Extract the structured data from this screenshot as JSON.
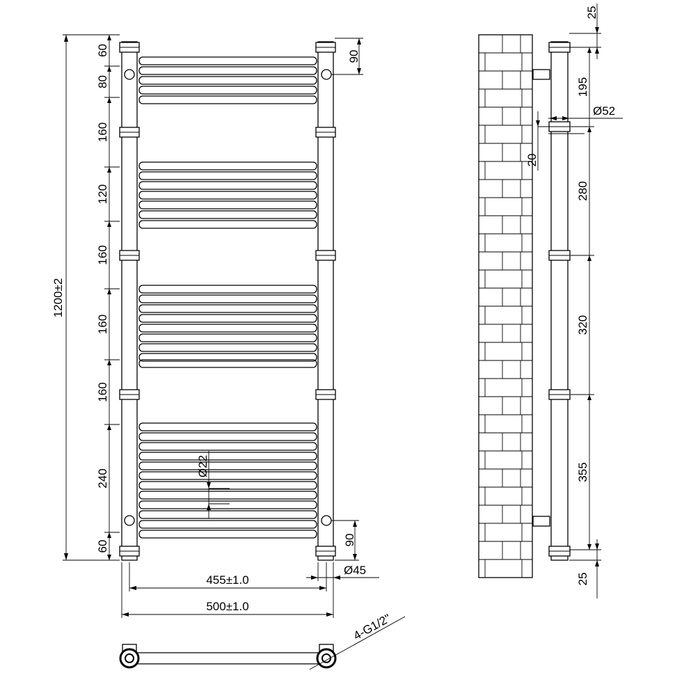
{
  "front_view": {
    "height_total": "1200±2",
    "left_dims": [
      "60",
      "80",
      "160",
      "120",
      "160",
      "160",
      "160",
      "240",
      "60"
    ],
    "right_top": "90",
    "right_bottom": "90",
    "tube_dia": "Ø22",
    "axis_width": "455±1.0",
    "overall_width": "500±1.0",
    "collector_dia": "Ø45"
  },
  "side_view": {
    "top_offset": "25",
    "bottom_offset": "25",
    "right_dims": [
      "195",
      "280",
      "320",
      "355"
    ],
    "collar_dia": "Ø52",
    "wall_gap": "20"
  },
  "bottom_view": {
    "connections": "4-G1/2\""
  }
}
